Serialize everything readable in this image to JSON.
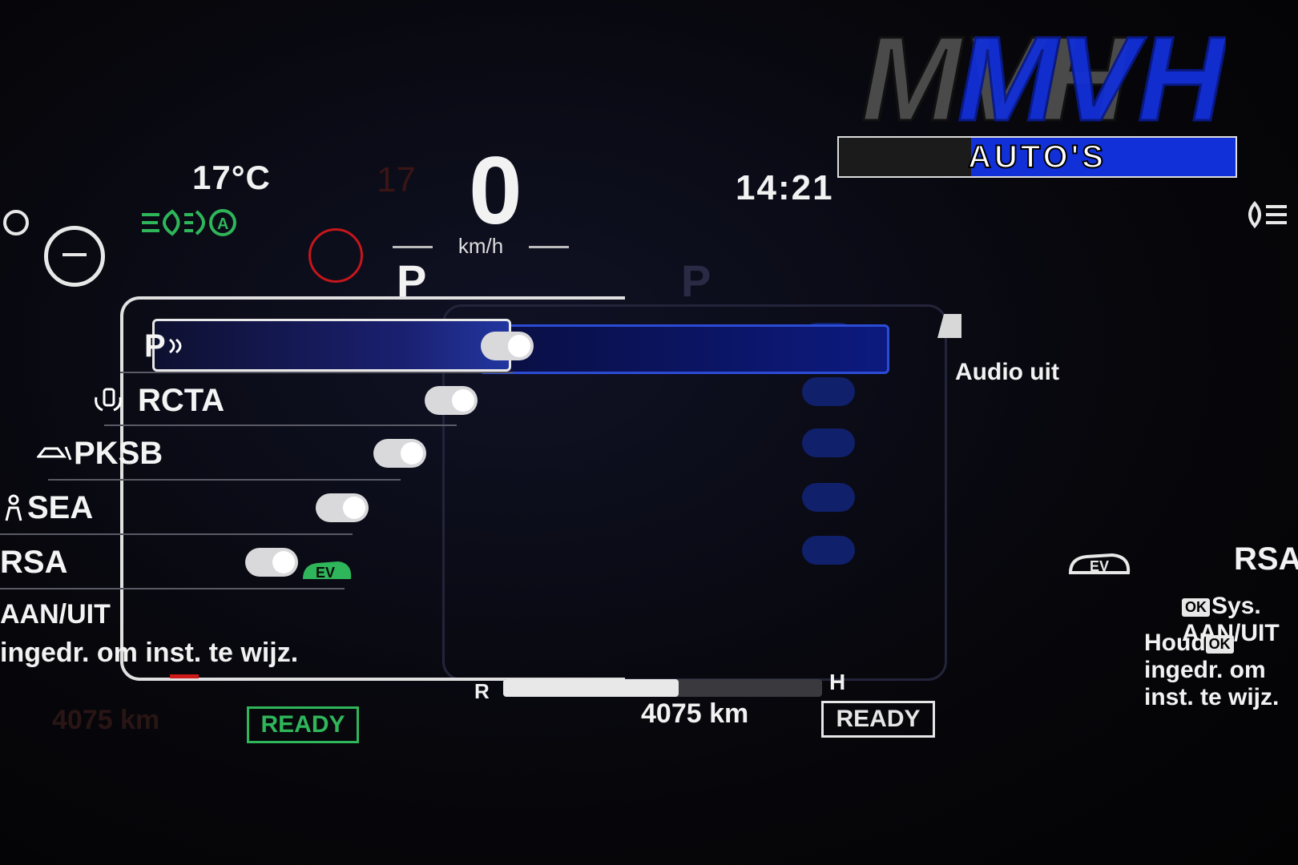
{
  "logo": {
    "letters": "MVH",
    "sub": "AUTO'S"
  },
  "status": {
    "temperature": "17°C",
    "speed": "0",
    "speed_unit": "km/h",
    "clock": "14:21",
    "gear": "P"
  },
  "menu": {
    "rows": [
      {
        "label": "P",
        "suffix_icon": "parking-sensor-icon",
        "toggle": "on",
        "selected": true
      },
      {
        "label": "RCTA",
        "icon": "rear-cross-traffic-icon",
        "toggle": "on"
      },
      {
        "label": "PKSB",
        "icon": "parking-brake-support-icon",
        "toggle": "on"
      },
      {
        "label": "SEA",
        "icon": "safe-exit-assist-icon",
        "toggle": "on"
      },
      {
        "label": "RSA",
        "icon": "road-sign-assist-icon",
        "toggle": "on"
      }
    ],
    "footer_line1": "AAN/UIT",
    "footer_line2": "ingedr. om inst. te wijz."
  },
  "right": {
    "audio": "Audio uit",
    "rsa": "RSA",
    "footer_line1": "Sys. AAN/UIT",
    "footer_line2_a": "Houd",
    "footer_line2_b": "ingedr. om inst. te wijz.",
    "ok_label": "OK"
  },
  "bottom": {
    "odometer": "4075 km",
    "ready_green": "READY",
    "ready_white": "READY",
    "gauge_r": "R",
    "gauge_h": "H",
    "gauge_level": 0.55
  },
  "colors": {
    "accent_blue": "#1230d8",
    "ready_green": "#2fb55a",
    "warning_red": "#c5161b"
  }
}
